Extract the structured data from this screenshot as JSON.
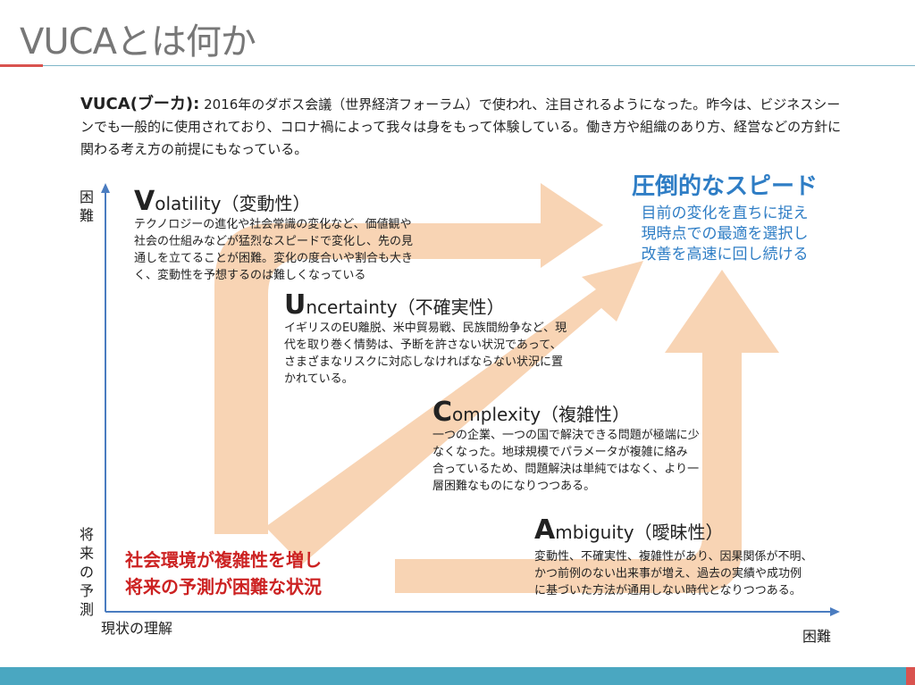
{
  "slide": {
    "title": "VUCAとは何か",
    "intro": {
      "term": "VUCA(ブーカ):",
      "text": " 2016年のダボス会議（世界経済フォーラム）で使われ、注目されるようになった。昨今は、ビジネスシーンでも一般的に使用されており、コロナ禍によって我々は身をもって体験している。働き方や組織のあり方、経営などの方針に関わる考え方の前提にもなっている。"
    }
  },
  "axis": {
    "y_top": [
      "困",
      "難"
    ],
    "y_bottom": [
      "将",
      "来",
      "の",
      "予",
      "測"
    ],
    "x_left": "現状の理解",
    "x_right": "困難"
  },
  "blocks": {
    "volatility": {
      "cap": "V",
      "rest": "olatility（変動性）",
      "lines": [
        "テクノロジーの進化や社会常識の変化など、価値観や",
        "社会の仕組みなどが猛烈なスピードで変化し、先の見",
        "通しを立てることが困難。変化の度合いや割合も大き",
        "く、変動性を予想するのは難しくなっている"
      ]
    },
    "uncertainty": {
      "cap": "U",
      "rest": "ncertainty（不確実性）",
      "lines": [
        "イギリスのEU離脱、米中貿易戦、民族間紛争など、現",
        "代を取り巻く情勢は、予断を許さない状況であって、",
        "さまざまなリスクに対応しなければならない状況に置",
        "かれている。"
      ]
    },
    "complexity": {
      "cap": "C",
      "rest": "omplexity（複雑性）",
      "lines": [
        "一つの企業、一つの国で解決できる問題が極端に少",
        "なくなった。地球規模でパラメータが複雑に絡み",
        "合っているため、問題解決は単純ではなく、より一",
        "層困難なものになりつつある。"
      ]
    },
    "ambiguity": {
      "cap": "A",
      "rest": "mbiguity（曖昧性）",
      "lines": [
        "変動性、不確実性、複雑性があり、因果関係が不明、",
        "かつ前例のない出来事が増え、過去の実績や成功例",
        "に基づいた方法が通用しない時代となりつつある。"
      ]
    }
  },
  "goal": {
    "title": "圧倒的なスピード",
    "lines": [
      "目前の変化を直ちに捉え",
      "現時点での最適を選択し",
      "改善を高速に回し続ける"
    ]
  },
  "situation": {
    "lines": [
      "社会環境が複雑性を増し",
      "将来の予測が困難な状況"
    ]
  },
  "colors": {
    "arrow_fill": "#f8d4b4",
    "axis": "#4a7cc0",
    "goal": "#2e7dc5",
    "situation": "#cc2222",
    "footer_bar": "#4aa7c1",
    "accent": "#d9534f"
  }
}
